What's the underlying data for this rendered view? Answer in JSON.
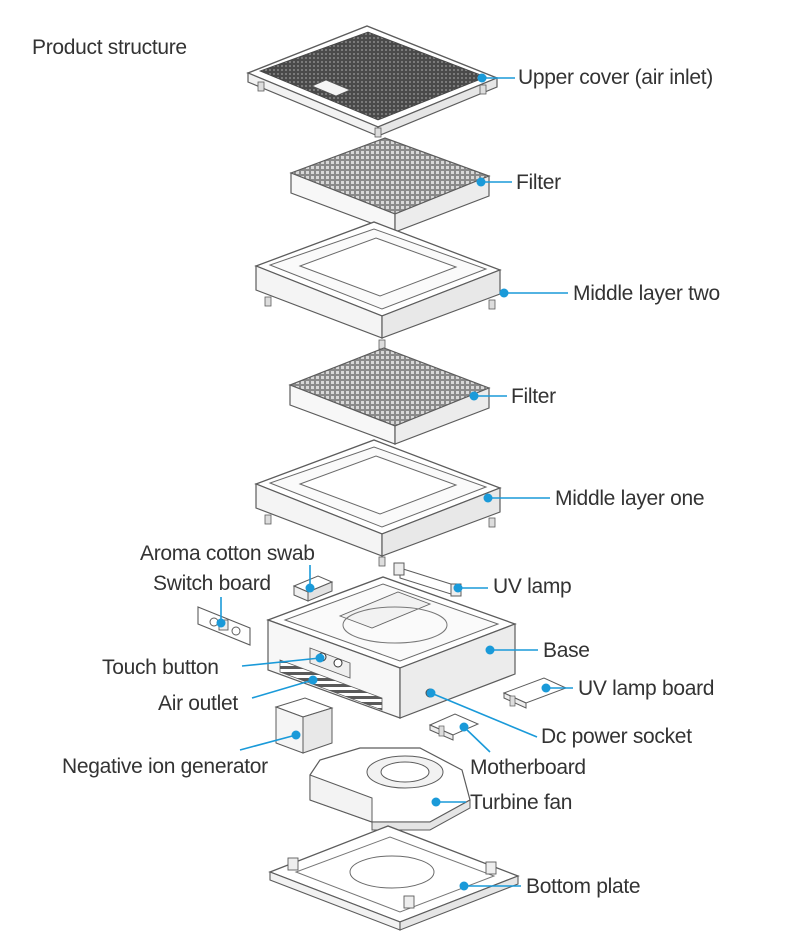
{
  "title": "Product structure",
  "colors": {
    "dot": "#1a9ad9",
    "line": "#1a9ad9",
    "outline": "#5c5c5c",
    "text": "#333333"
  },
  "components": [
    {
      "id": "upper-cover",
      "label": "Upper cover (air inlet)",
      "icon": "upper-cover-icon"
    },
    {
      "id": "filter-top",
      "label": "Filter",
      "icon": "filter-icon"
    },
    {
      "id": "middle-layer-two",
      "label": "Middle layer two",
      "icon": "middle-layer-icon"
    },
    {
      "id": "filter-bottom",
      "label": "Filter",
      "icon": "filter-icon"
    },
    {
      "id": "middle-layer-one",
      "label": "Middle layer one",
      "icon": "middle-layer-icon"
    },
    {
      "id": "aroma-cotton-swab",
      "label": "Aroma cotton swab",
      "icon": "aroma-swab-icon"
    },
    {
      "id": "switch-board",
      "label": "Switch board",
      "icon": "switch-board-icon"
    },
    {
      "id": "uv-lamp",
      "label": "UV lamp",
      "icon": "uv-lamp-icon"
    },
    {
      "id": "base",
      "label": "Base",
      "icon": "base-icon"
    },
    {
      "id": "touch-button",
      "label": "Touch button",
      "icon": "touch-button-icon"
    },
    {
      "id": "uv-lamp-board",
      "label": "UV lamp board",
      "icon": "uv-lamp-board-icon"
    },
    {
      "id": "air-outlet",
      "label": "Air outlet",
      "icon": "air-outlet-icon"
    },
    {
      "id": "dc-power-socket",
      "label": "Dc power socket",
      "icon": "dc-socket-icon"
    },
    {
      "id": "negative-ion-generator",
      "label": "Negative ion generator",
      "icon": "ion-generator-icon"
    },
    {
      "id": "motherboard",
      "label": "Motherboard",
      "icon": "motherboard-icon"
    },
    {
      "id": "turbine-fan",
      "label": "Turbine fan",
      "icon": "turbine-fan-icon"
    },
    {
      "id": "bottom-plate",
      "label": "Bottom plate",
      "icon": "bottom-plate-icon"
    }
  ]
}
